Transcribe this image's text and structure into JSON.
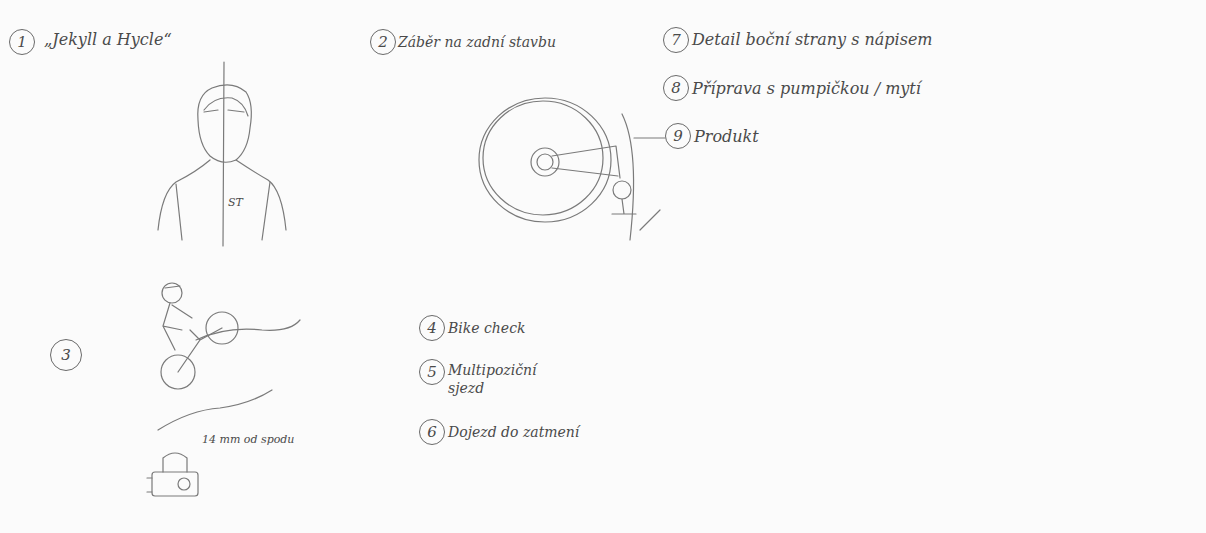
{
  "diagram": {
    "nodes": [
      {
        "text": [
          "1"
        ]
      },
      {
        "text": [
          "2"
        ]
      },
      {
        "text": [
          "7"
        ]
      },
      {
        "text": [
          "8"
        ]
      },
      {
        "text": [
          "9"
        ]
      },
      {
        "text": [
          "3"
        ]
      },
      {
        "text": [
          "4"
        ]
      },
      {
        "text": [
          "5"
        ]
      },
      {
        "text": [
          "6"
        ]
      }
    ],
    "labels": [
      "„Jekyll a Hycle“",
      "ST",
      "Záběr na zadní stavbu",
      "14 mm od spodu",
      "Bike check",
      "Multipoziční sjezd",
      "Dojezd do zatmení",
      "Detail boční strany s nápisem",
      "Příprava s pumpičkou / mytí",
      "Produkt"
    ]
  }
}
